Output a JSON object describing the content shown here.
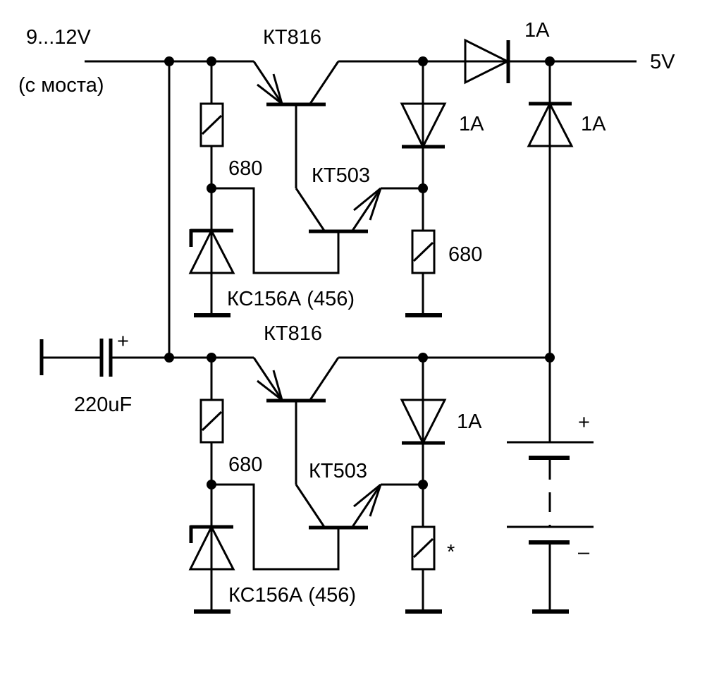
{
  "diagram": {
    "type": "electronic-schematic",
    "description": "Two-stage transistor regulator / battery charger circuit",
    "colors": {
      "ink": "#000000",
      "background": "#ffffff"
    }
  },
  "labels": {
    "input_voltage": "9...12V",
    "input_source": "(с моста)",
    "output_voltage": "5V",
    "top_transistor_power": "КТ816",
    "top_transistor_driver": "КТ503",
    "top_resistor_left": "680",
    "top_resistor_right": "680",
    "top_zener": "КС156А (456)",
    "top_series_diode": "1A",
    "top_vertical_diode": "1A",
    "output_clamp_diode": "1A",
    "bottom_transistor_power": "КТ816",
    "bottom_transistor_driver": "КТ503",
    "bottom_resistor_left": "680",
    "bottom_resistor_right": "*",
    "bottom_zener": "КС156А (456)",
    "bottom_vertical_diode": "1A",
    "capacitor": "220uF",
    "capacitor_polarity": "+",
    "battery_plus": "+",
    "battery_minus": "–"
  },
  "components": [
    {
      "id": "VT1",
      "kind": "pnp-transistor",
      "part": "КТ816"
    },
    {
      "id": "VT2",
      "kind": "npn-transistor",
      "part": "КТ503"
    },
    {
      "id": "R1",
      "kind": "resistor",
      "value": "680"
    },
    {
      "id": "R2",
      "kind": "resistor",
      "value": "680"
    },
    {
      "id": "VD1",
      "kind": "zener-diode",
      "part": "КС156А (456)"
    },
    {
      "id": "VD2",
      "kind": "diode",
      "rating": "1A"
    },
    {
      "id": "VD3",
      "kind": "diode",
      "rating": "1A"
    },
    {
      "id": "VD4",
      "kind": "diode",
      "rating": "1A"
    },
    {
      "id": "VT3",
      "kind": "pnp-transistor",
      "part": "КТ816"
    },
    {
      "id": "VT4",
      "kind": "npn-transistor",
      "part": "КТ503"
    },
    {
      "id": "R3",
      "kind": "resistor",
      "value": "680"
    },
    {
      "id": "R4",
      "kind": "resistor",
      "value": "*"
    },
    {
      "id": "VD5",
      "kind": "zener-diode",
      "part": "КС156А (456)"
    },
    {
      "id": "VD6",
      "kind": "diode",
      "rating": "1A"
    },
    {
      "id": "C1",
      "kind": "electrolytic-capacitor",
      "value": "220uF"
    },
    {
      "id": "GB1",
      "kind": "battery"
    }
  ]
}
